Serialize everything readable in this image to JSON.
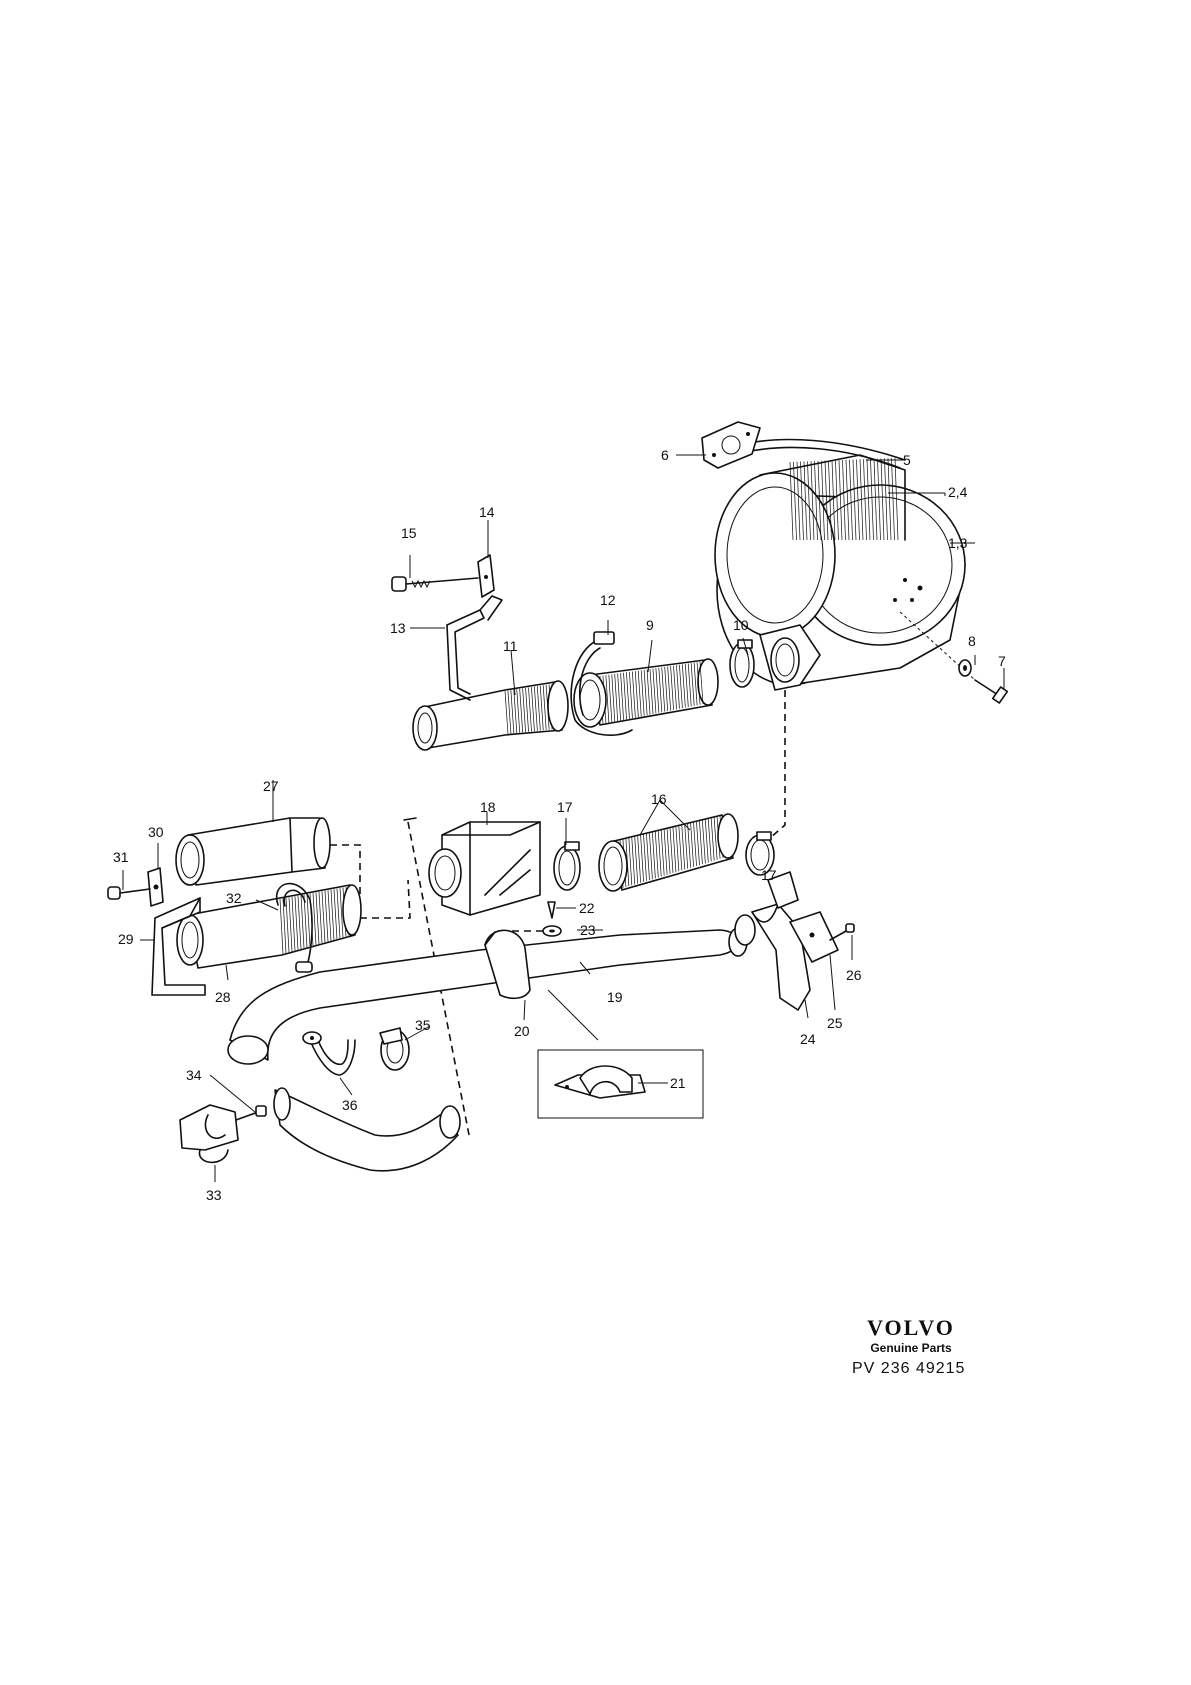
{
  "labels": [
    {
      "id": "p1_3",
      "text": "1,3"
    },
    {
      "id": "p2_4",
      "text": "2,4"
    },
    {
      "id": "p5",
      "text": "5"
    },
    {
      "id": "p6",
      "text": "6"
    },
    {
      "id": "p7",
      "text": "7"
    },
    {
      "id": "p8",
      "text": "8"
    },
    {
      "id": "p9",
      "text": "9"
    },
    {
      "id": "p10",
      "text": "10"
    },
    {
      "id": "p11",
      "text": "11"
    },
    {
      "id": "p12",
      "text": "12"
    },
    {
      "id": "p13",
      "text": "13"
    },
    {
      "id": "p14",
      "text": "14"
    },
    {
      "id": "p15",
      "text": "15"
    },
    {
      "id": "p16",
      "text": "16"
    },
    {
      "id": "p17a",
      "text": "17"
    },
    {
      "id": "p17b",
      "text": "17"
    },
    {
      "id": "p18",
      "text": "18"
    },
    {
      "id": "p19",
      "text": "19"
    },
    {
      "id": "p20",
      "text": "20"
    },
    {
      "id": "p21",
      "text": "21"
    },
    {
      "id": "p22",
      "text": "22"
    },
    {
      "id": "p23",
      "text": "23"
    },
    {
      "id": "p24",
      "text": "24"
    },
    {
      "id": "p25",
      "text": "25"
    },
    {
      "id": "p26",
      "text": "26"
    },
    {
      "id": "p27",
      "text": "27"
    },
    {
      "id": "p28",
      "text": "28"
    },
    {
      "id": "p29",
      "text": "29"
    },
    {
      "id": "p30",
      "text": "30"
    },
    {
      "id": "p31",
      "text": "31"
    },
    {
      "id": "p32",
      "text": "32"
    },
    {
      "id": "p33",
      "text": "33"
    },
    {
      "id": "p34",
      "text": "34"
    },
    {
      "id": "p35",
      "text": "35"
    },
    {
      "id": "p36",
      "text": "36"
    }
  ],
  "brand": {
    "logo": "VOLVO",
    "tagline": "Genuine Parts",
    "reference": "PV 236  49215"
  }
}
